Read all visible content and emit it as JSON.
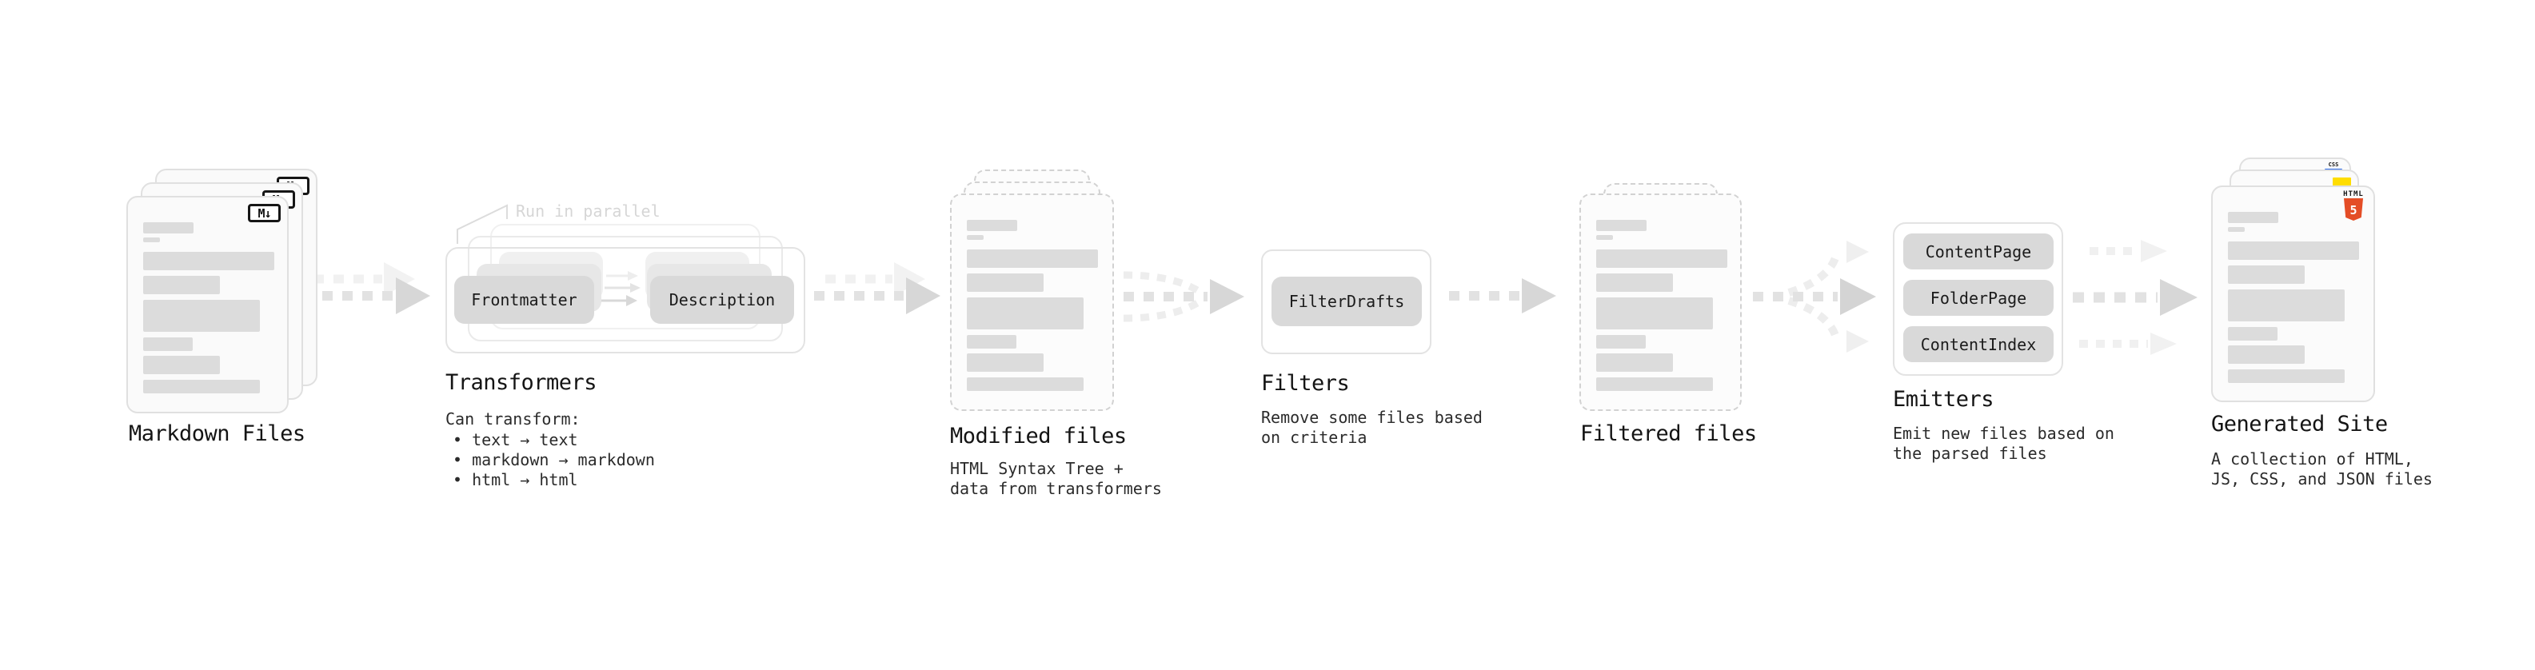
{
  "stages": {
    "markdown": {
      "label": "Markdown Files",
      "badge": "M↓"
    },
    "transformers": {
      "label": "Transformers",
      "note": "Run in parallel",
      "pill_front": "Frontmatter",
      "pill_back": "Description",
      "desc_title": "Can transform:",
      "bullets": [
        "• text → text",
        "• markdown → markdown",
        "• html → html"
      ]
    },
    "modified": {
      "label": "Modified files",
      "desc": [
        "HTML Syntax Tree +",
        "data from transformers"
      ]
    },
    "filters": {
      "label": "Filters",
      "pill": "FilterDrafts",
      "desc": [
        "Remove some files based",
        "on criteria"
      ]
    },
    "filtered": {
      "label": "Filtered files"
    },
    "emitters": {
      "label": "Emitters",
      "pills": [
        "ContentPage",
        "FolderPage",
        "ContentIndex"
      ],
      "desc": [
        "Emit new files based on",
        "the parsed files"
      ]
    },
    "generated": {
      "label": "Generated Site",
      "desc": [
        "A collection of HTML,",
        "JS, CSS, and JSON files"
      ],
      "css_badge": "CSS",
      "html_badge": {
        "text": "HTML",
        "number": "5"
      }
    }
  },
  "colors": {
    "html5_orange": "#e44d26",
    "js_yellow": "#ffdd00",
    "css_blue": "#2767e8",
    "pill_gray": "#d9d9d9",
    "arrow_gray": "#d7d7d7"
  }
}
